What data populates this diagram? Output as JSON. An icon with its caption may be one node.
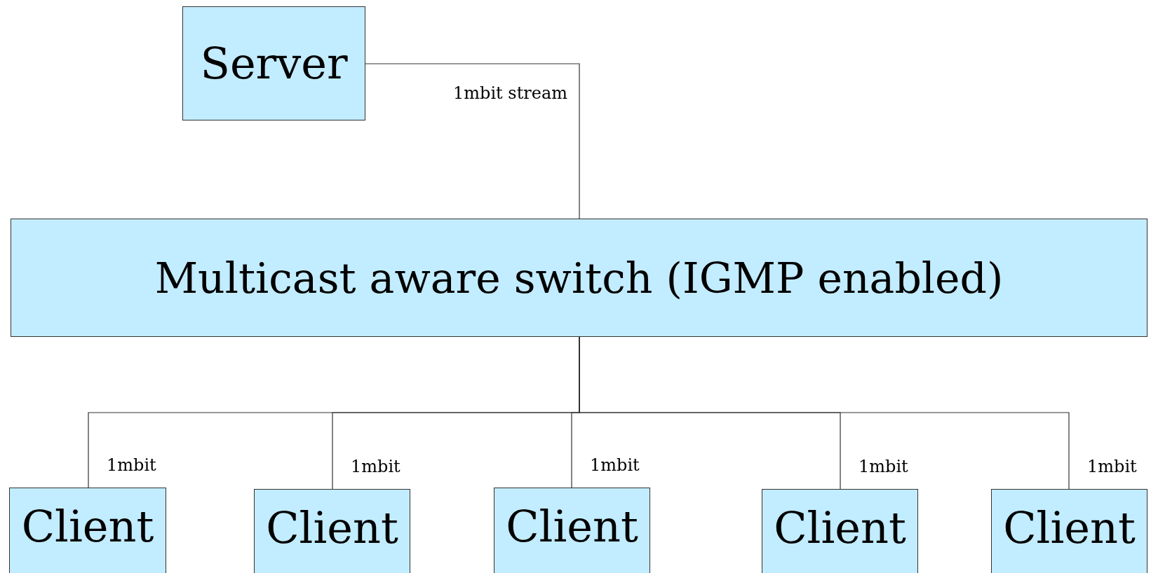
{
  "diagram": {
    "nodes": [
      {
        "text": [
          "Server"
        ]
      },
      {
        "text": [
          "Multicast aware switch (IGMP enabled)"
        ]
      },
      {
        "text": [
          "Client"
        ]
      },
      {
        "text": [
          "Client"
        ]
      },
      {
        "text": [
          "Client"
        ]
      },
      {
        "text": [
          "Client"
        ]
      },
      {
        "text": [
          "Client"
        ]
      }
    ],
    "edges": [
      {
        "from": 0,
        "to": 1,
        "arrow": "none",
        "label": "1mbit stream"
      },
      {
        "from": 1,
        "to": 2,
        "arrow": "none",
        "label": "1mbit"
      },
      {
        "from": 1,
        "to": 3,
        "arrow": "none",
        "label": "1mbit"
      },
      {
        "from": 1,
        "to": 4,
        "arrow": "none",
        "label": "1mbit"
      },
      {
        "from": 1,
        "to": 5,
        "arrow": "none",
        "label": "1mbit"
      },
      {
        "from": 1,
        "to": 6,
        "arrow": "none",
        "label": "1mbit"
      }
    ]
  }
}
